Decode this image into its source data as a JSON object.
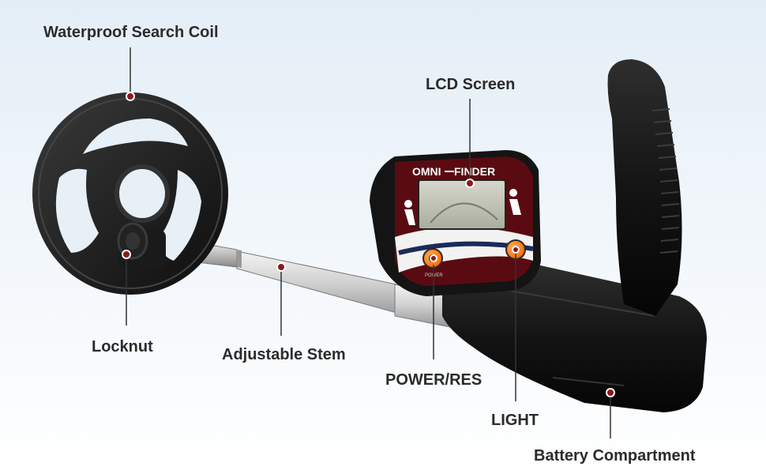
{
  "callouts": {
    "search_coil": "Waterproof Search Coil",
    "lcd_screen": "LCD Screen",
    "locknut": "Locknut",
    "stem": "Adjustable Stem",
    "power_res": "POWER/RES",
    "light": "LIGHT",
    "battery": "Battery Compartment"
  },
  "device": {
    "brand_left": "OMNI",
    "brand_right": "FINDER",
    "power_button_text": "POWER"
  },
  "colors": {
    "marker": "#8b1a1a",
    "body_black": "#151515",
    "panel_red": "#5a0b12",
    "button_orange": "#ff7a1a",
    "lcd": "#c9ccc0"
  }
}
